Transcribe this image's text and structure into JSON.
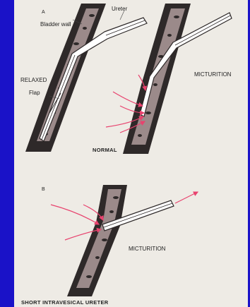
{
  "panel_a": {
    "letter": "A",
    "labels": {
      "bladder_wall": "Bladder wall",
      "ureter": "Ureter",
      "relaxed": "RELAXED",
      "flap": "Flap",
      "micturition": "MICTURITION"
    },
    "caption": "NORMAL"
  },
  "panel_b": {
    "letter": "B",
    "labels": {
      "micturition": "MICTURITION"
    },
    "caption": "SHORT INTRAVESICAL URETER"
  },
  "colors": {
    "background": "#1a12c8",
    "paper": "#eeebe5",
    "wall": "#2e2929",
    "arrow": "#e8426e"
  }
}
